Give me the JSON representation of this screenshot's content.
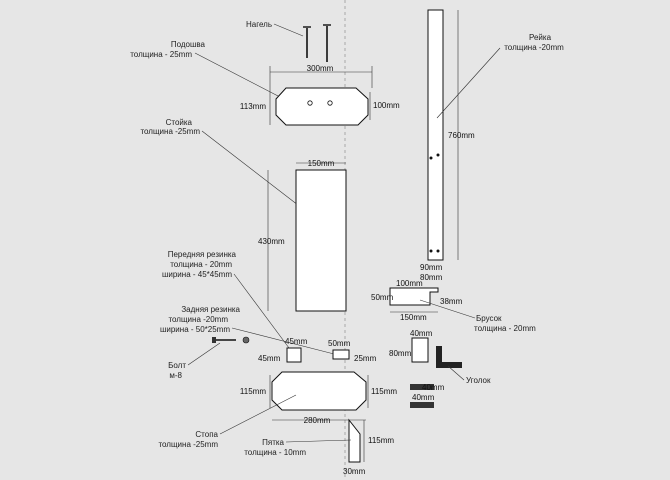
{
  "labels": {
    "nagel": "Нагель",
    "podoshva_name": "Подошва",
    "podoshva_thick": "толщина - 25mm",
    "stoyka_name": "Стойка",
    "stoyka_thick": "толщина -25mm",
    "reyka_name": "Рейка",
    "reyka_thick": "толщина -20mm",
    "perednyaya_name": "Передняя резинка",
    "perednyaya_thick": "толщина - 20mm",
    "perednyaya_width": "ширина - 45*45mm",
    "zadnyaya_name": "Задняя резинка",
    "zadnyaya_thick": "толщина -20mm",
    "zadnyaya_width": "ширина - 50*25mm",
    "bolt_name": "Болт",
    "bolt_size": "м-8",
    "brusok_name": "Брусок",
    "brusok_thick": "толщина - 20mm",
    "ugolok_name": "Уголок",
    "stopa_name": "Стопа",
    "stopa_thick": "толщина -25mm",
    "pyatka_name": "Пятка",
    "pyatka_thick": "толщина - 10mm"
  },
  "dimensions": {
    "podoshva_width": "300mm",
    "podoshva_left": "113mm",
    "podoshva_right": "100mm",
    "stoyka_width": "150mm",
    "stoyka_height": "430mm",
    "reyka_height": "760mm",
    "reyka_bottom_a": "90mm",
    "reyka_bottom_b": "80mm",
    "brusok_top": "100mm",
    "brusok_left": "50mm",
    "brusok_right": "38mm",
    "brusok_bottom": "150mm",
    "front_rubber_top": "45mm",
    "front_rubber_side": "45mm",
    "back_rubber_top": "50mm",
    "back_rubber_side": "25mm",
    "ugolok_top": "40mm",
    "ugolok_side": "80mm",
    "ugolok_small_a": "40mm",
    "ugolok_small_b": "40mm",
    "stopa_left": "115mm",
    "stopa_right": "115mm",
    "stopa_bottom": "280mm",
    "pyatka_height": "115mm",
    "pyatka_bottom": "30mm"
  }
}
